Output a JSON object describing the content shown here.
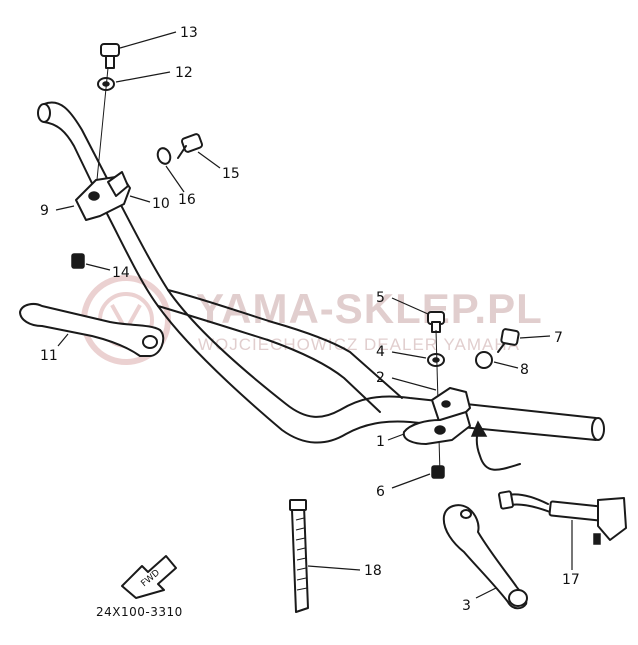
{
  "diagram": {
    "part_labels": [
      {
        "id": "1",
        "text": "1"
      },
      {
        "id": "2",
        "text": "2"
      },
      {
        "id": "3",
        "text": "3"
      },
      {
        "id": "4",
        "text": "4"
      },
      {
        "id": "5",
        "text": "5"
      },
      {
        "id": "6",
        "text": "6"
      },
      {
        "id": "7",
        "text": "7"
      },
      {
        "id": "8",
        "text": "8"
      },
      {
        "id": "9",
        "text": "9"
      },
      {
        "id": "10",
        "text": "10"
      },
      {
        "id": "11",
        "text": "11"
      },
      {
        "id": "12",
        "text": "12"
      },
      {
        "id": "13",
        "text": "13"
      },
      {
        "id": "14",
        "text": "14"
      },
      {
        "id": "15",
        "text": "15"
      },
      {
        "id": "16",
        "text": "16"
      },
      {
        "id": "17",
        "text": "17"
      },
      {
        "id": "18",
        "text": "18"
      }
    ],
    "fwd_label": "FWD",
    "drawing_code": "24X100-3310"
  },
  "watermark": {
    "title": "YAMA-SKLEP.PL",
    "subtitle": "WOJCIECHOWICZ DEALER YAMAHA",
    "logo_icon": "yamaha-tuning-fork-logo",
    "color": "#d8b4b4"
  }
}
